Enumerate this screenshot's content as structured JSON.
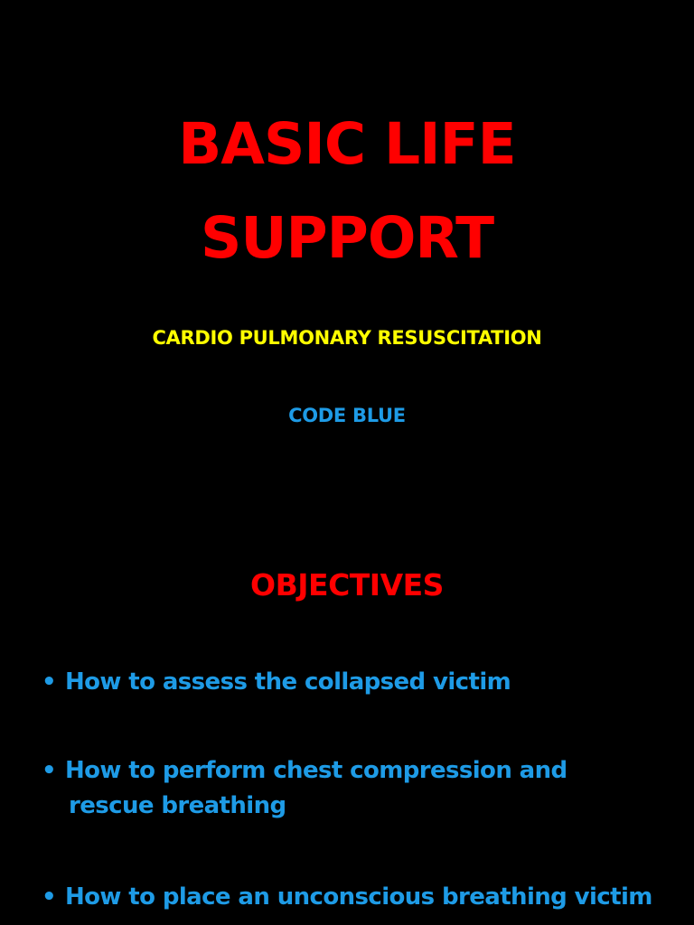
{
  "colors": {
    "background": "#000000",
    "title": "#ff0000",
    "subtitle_primary": "#ffff00",
    "subtitle_secondary": "#1e9be6",
    "body_text": "#1e9be6"
  },
  "slide": {
    "title_line1": "BASIC LIFE",
    "title_line2": "SUPPORT",
    "subtitle": "CARDIO PULMONARY RESUSCITATION",
    "code": "CODE BLUE"
  },
  "objectives": {
    "heading": "OBJECTIVES",
    "bullet_symbol": "•",
    "items": [
      {
        "line1": "How to assess the collapsed victim",
        "line2": ""
      },
      {
        "line1": "How to perform chest compression and",
        "line2": "rescue breathing"
      },
      {
        "line1": "How to place an unconscious breathing victim",
        "line2": ""
      }
    ]
  }
}
